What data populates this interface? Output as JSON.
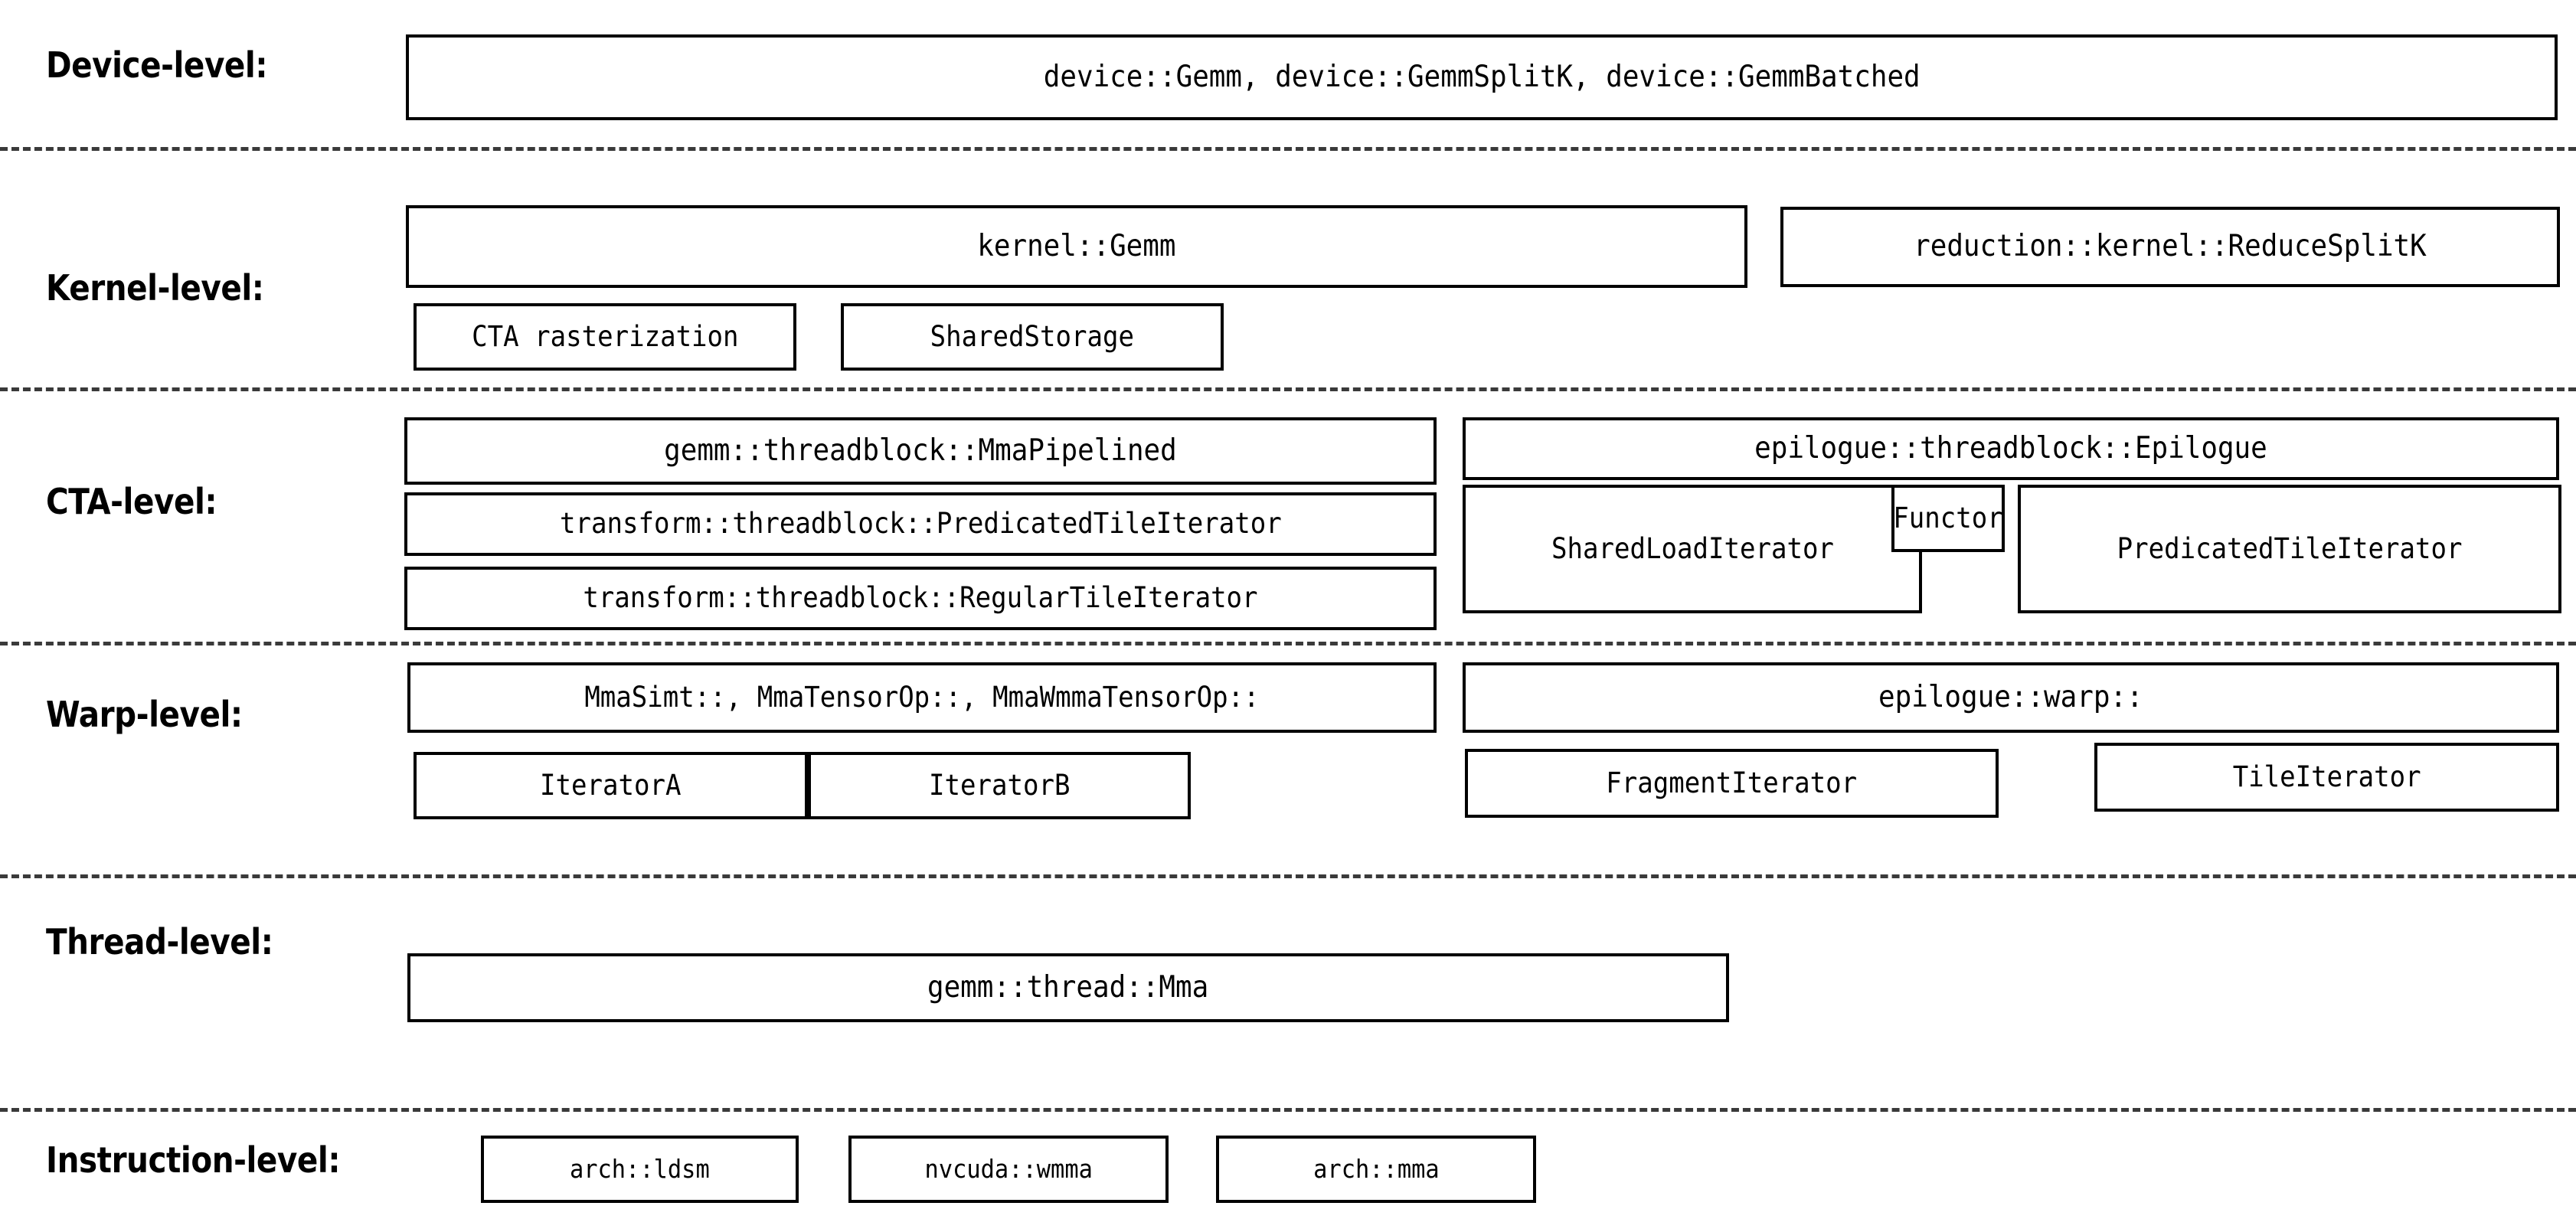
{
  "diagram": {
    "title": "CUTLASS GEMM template hierarchy",
    "divider_color": "#3a3a3a",
    "box_border_color": "#000000",
    "background": "#ffffff"
  },
  "levels": [
    {
      "id": "device",
      "label": "Device-level:",
      "boxes": [
        {
          "id": "device-gemm",
          "text": "device::Gemm, device::GemmSplitK, device::GemmBatched"
        }
      ]
    },
    {
      "id": "kernel",
      "label": "Kernel-level:",
      "boxes": [
        {
          "id": "kernel-gemm",
          "text": "kernel::Gemm"
        },
        {
          "id": "reduction-kernel-reducesplitk",
          "text": "reduction::kernel::ReduceSplitK"
        },
        {
          "id": "cta-rasterization",
          "text": "CTA rasterization"
        },
        {
          "id": "shared-storage",
          "text": "SharedStorage"
        }
      ]
    },
    {
      "id": "cta",
      "label": "CTA-level:",
      "boxes": [
        {
          "id": "gemm-threadblock-mmapipelined",
          "text": "gemm::threadblock::MmaPipelined"
        },
        {
          "id": "transform-threadblock-predicatedtileiterator",
          "text": "transform::threadblock::PredicatedTileIterator"
        },
        {
          "id": "transform-threadblock-regulartileiterator",
          "text": "transform::threadblock::RegularTileIterator"
        },
        {
          "id": "epilogue-threadblock-epilogue",
          "text": "epilogue::threadblock::Epilogue"
        },
        {
          "id": "shared-load-iterator",
          "text": "SharedLoadIterator"
        },
        {
          "id": "functor",
          "text": "Functor"
        },
        {
          "id": "epilogue-predicatedtileiterator",
          "text": "PredicatedTileIterator"
        }
      ]
    },
    {
      "id": "warp",
      "label": "Warp-level:",
      "boxes": [
        {
          "id": "warp-mma-ops",
          "text": "MmaSimt::, MmaTensorOp::, MmaWmmaTensorOp::"
        },
        {
          "id": "epilogue-warp",
          "text": "epilogue::warp::"
        },
        {
          "id": "iterator-a",
          "text": "IteratorA"
        },
        {
          "id": "iterator-b",
          "text": "IteratorB"
        },
        {
          "id": "fragment-iterator",
          "text": "FragmentIterator"
        },
        {
          "id": "tile-iterator",
          "text": "TileIterator"
        }
      ]
    },
    {
      "id": "thread",
      "label": "Thread-level:",
      "boxes": [
        {
          "id": "gemm-thread-mma",
          "text": "gemm::thread::Mma"
        }
      ]
    },
    {
      "id": "instruction",
      "label": "Instruction-level:",
      "boxes": [
        {
          "id": "arch-ldsm",
          "text": "arch::ldsm"
        },
        {
          "id": "nvcuda-wmma",
          "text": "nvcuda::wmma"
        },
        {
          "id": "arch-mma",
          "text": "arch::mma"
        }
      ]
    }
  ]
}
